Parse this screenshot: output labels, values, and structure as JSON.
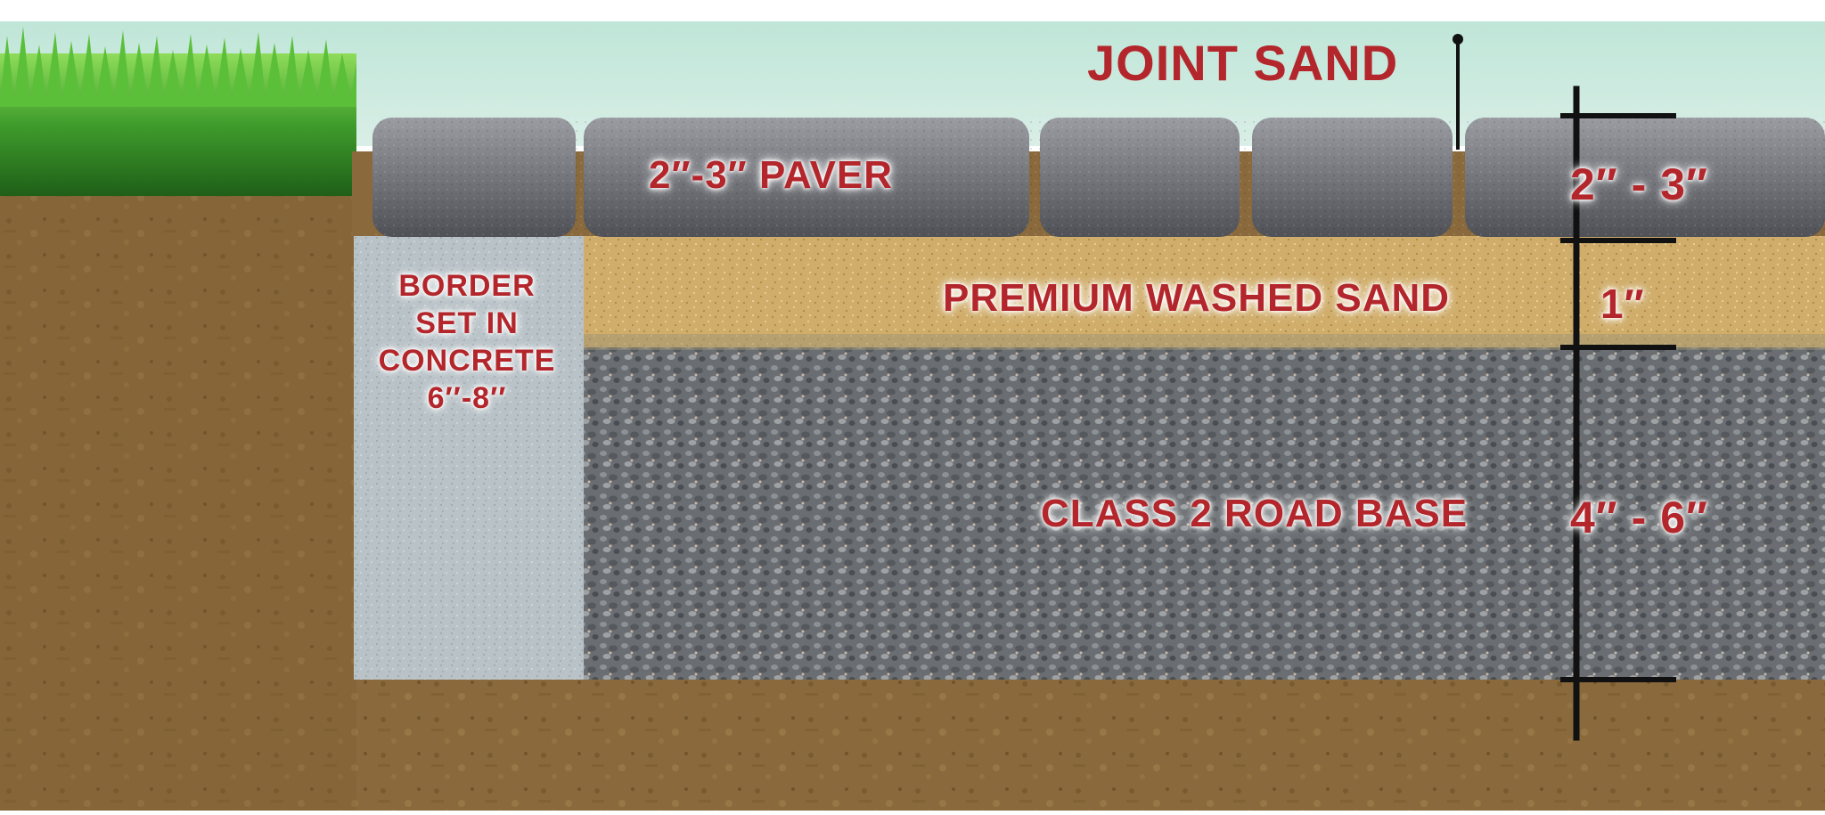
{
  "labels": {
    "joint_sand": "JOINT SAND",
    "paver": "2″-3″ PAVER",
    "border_line1": "BORDER",
    "border_line2": "SET IN",
    "border_line3": "CONCRETE",
    "border_line4": "6′′-8′′",
    "washed_sand": "PREMIUM WASHED SAND",
    "road_base": "CLASS 2 ROAD BASE"
  },
  "dimensions": {
    "paver": "2″ - 3″",
    "sand": "1″",
    "road_base": "4″ - 6″"
  },
  "colors": {
    "label_red": "#b3262b",
    "sky": "#c3e6d6",
    "soil": "#8a6a3c",
    "sand": "#d2b06e",
    "gravel": "#6e7376",
    "concrete": "#b9c3c7",
    "paver": "#6c6e73",
    "grass": "#3f9c2c",
    "measure_line": "#111111"
  }
}
